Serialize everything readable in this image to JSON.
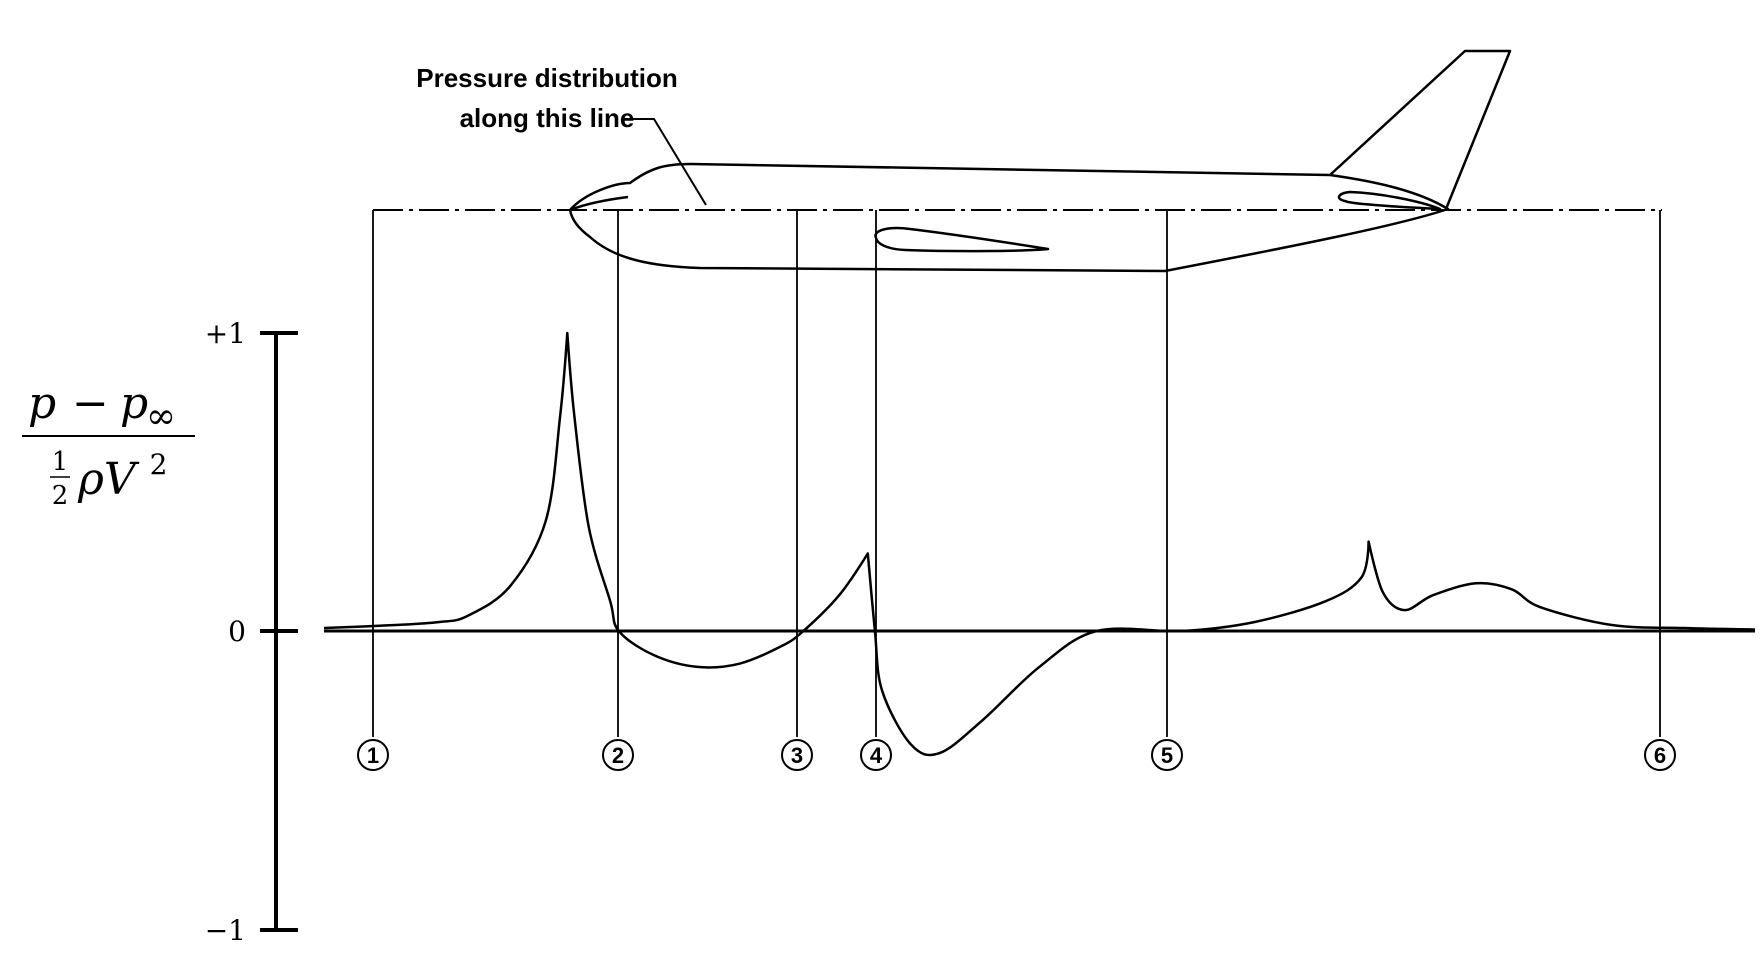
{
  "annotation": {
    "line1": "Pressure distribution",
    "line2": "along this line"
  },
  "axis": {
    "tick_top": "+1",
    "tick_mid": "0",
    "tick_bottom": "−1",
    "label_num_p": "p",
    "label_num_minus": "−",
    "label_num_pinf": "p",
    "label_num_inf_sub": "∞",
    "label_den_one": "1",
    "label_den_two": "2",
    "label_den_rho": "ρV",
    "label_den_sup": "2"
  },
  "stations": [
    "1",
    "2",
    "3",
    "4",
    "5",
    "6"
  ],
  "chart_data": {
    "type": "line",
    "ylim": [
      -1,
      1
    ],
    "yticks": [
      -1,
      0,
      1
    ],
    "series": [
      {
        "points": [
          [
            0.0,
            0.01
          ],
          [
            0.05,
            0.02
          ],
          [
            0.08,
            0.03
          ],
          [
            0.1,
            0.05
          ],
          [
            0.13,
            0.15
          ],
          [
            0.155,
            0.37
          ],
          [
            0.165,
            0.72
          ],
          [
            0.17,
            1.0
          ],
          [
            0.175,
            0.72
          ],
          [
            0.185,
            0.35
          ],
          [
            0.2,
            0.1
          ],
          [
            0.206,
            0.0
          ],
          [
            0.23,
            -0.08
          ],
          [
            0.26,
            -0.12
          ],
          [
            0.29,
            -0.11
          ],
          [
            0.32,
            -0.05
          ],
          [
            0.335,
            0.0
          ],
          [
            0.36,
            0.12
          ],
          [
            0.38,
            0.26
          ],
          [
            0.385,
            0.0
          ],
          [
            0.39,
            -0.2
          ],
          [
            0.41,
            -0.38
          ],
          [
            0.43,
            -0.41
          ],
          [
            0.46,
            -0.3
          ],
          [
            0.5,
            -0.12
          ],
          [
            0.54,
            0.0
          ],
          [
            0.6,
            0.0
          ],
          [
            0.65,
            0.03
          ],
          [
            0.7,
            0.1
          ],
          [
            0.725,
            0.18
          ],
          [
            0.73,
            0.3
          ],
          [
            0.74,
            0.13
          ],
          [
            0.755,
            0.07
          ],
          [
            0.775,
            0.12
          ],
          [
            0.805,
            0.16
          ],
          [
            0.83,
            0.14
          ],
          [
            0.85,
            0.08
          ],
          [
            0.9,
            0.02
          ],
          [
            0.95,
            0.01
          ],
          [
            1.0,
            0.005
          ]
        ]
      }
    ]
  }
}
